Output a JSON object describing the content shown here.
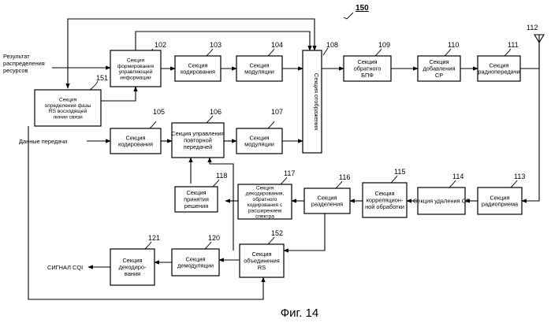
{
  "figure_number": "150",
  "caption": "Фиг. 14",
  "inputs": {
    "resource_alloc": [
      "Результат",
      "распределения",
      "ресурсов"
    ],
    "tx_data": "Данные передачи"
  },
  "output": {
    "cqi": "СИГНАЛ CQI"
  },
  "antenna_ref": "112",
  "blocks": [
    {
      "id": "102",
      "lines": [
        "Секция",
        "формирования",
        "управляющей",
        "информации"
      ]
    },
    {
      "id": "103",
      "lines": [
        "Секция",
        "кодирования"
      ]
    },
    {
      "id": "104",
      "lines": [
        "Секция",
        "модуляции"
      ]
    },
    {
      "id": "108",
      "lines": [
        "Секция отображения"
      ]
    },
    {
      "id": "109",
      "lines": [
        "Секция",
        "обратного",
        "БПФ"
      ]
    },
    {
      "id": "110",
      "lines": [
        "Секция",
        "добавления",
        "CP"
      ]
    },
    {
      "id": "111",
      "lines": [
        "Секция",
        "радиопередачи"
      ]
    },
    {
      "id": "151",
      "lines": [
        "Секция",
        "определения фазы",
        "RS восходящей",
        "линии связи"
      ]
    },
    {
      "id": "105",
      "lines": [
        "Секция",
        "кодирования"
      ]
    },
    {
      "id": "106",
      "lines": [
        "Секция управления",
        "повторной",
        "передачей"
      ]
    },
    {
      "id": "107",
      "lines": [
        "Секция",
        "модуляции"
      ]
    },
    {
      "id": "118",
      "lines": [
        "Секция",
        "принятия",
        "решения"
      ]
    },
    {
      "id": "117",
      "lines": [
        "Секция",
        "декодирования,",
        "обратного",
        "кодирования с",
        "расширением",
        "спектра"
      ]
    },
    {
      "id": "116",
      "lines": [
        "Секция",
        "разделения"
      ]
    },
    {
      "id": "115",
      "lines": [
        "Секция",
        "корреляцион-",
        "ной обработки"
      ]
    },
    {
      "id": "114",
      "lines": [
        "Секция удаления CP"
      ]
    },
    {
      "id": "113",
      "lines": [
        "Секция",
        "радиоприема"
      ]
    },
    {
      "id": "121",
      "lines": [
        "Секция",
        "декодиро-",
        "вания"
      ]
    },
    {
      "id": "120",
      "lines": [
        "Секция",
        "демодуляции"
      ]
    },
    {
      "id": "152",
      "lines": [
        "Секция",
        "объединения",
        "RS"
      ]
    }
  ]
}
